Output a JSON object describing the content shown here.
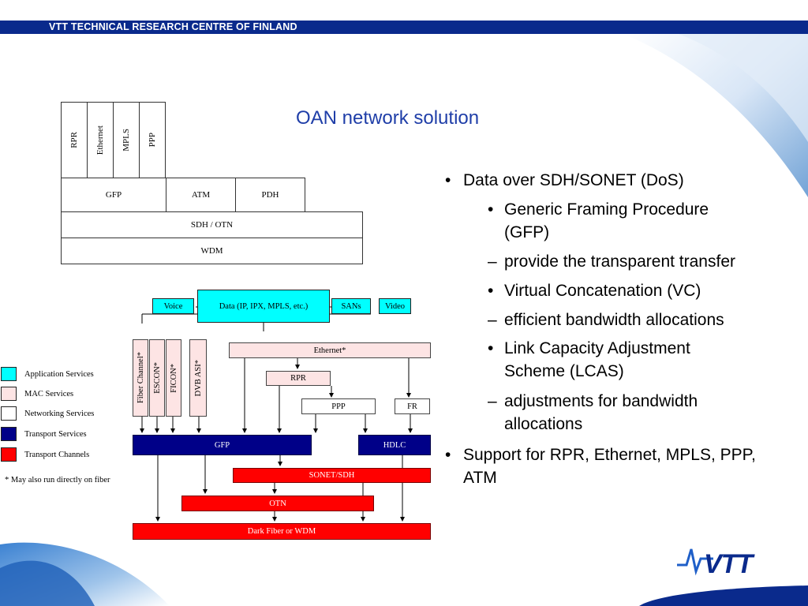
{
  "header": {
    "org_title": "VTT TECHNICAL RESEARCH CENTRE OF FINLAND"
  },
  "slide": {
    "title": "OAN network solution"
  },
  "stack": {
    "top_row": [
      "RPR",
      "Ethernet",
      "MPLS",
      "PPP"
    ],
    "middle_row": [
      "GFP",
      "ATM",
      "PDH"
    ],
    "sdh": "SDH / OTN",
    "wdm": "WDM"
  },
  "flow": {
    "voice": "Voice",
    "data": "Data (IP, IPX, MPLS, etc.)",
    "sans": "SANs",
    "video": "Video",
    "fibre_channel": "Fiber Channel*",
    "escon": "ESCON*",
    "ficon": "FICON*",
    "dvb": "DVB ASI*",
    "ethernet": "Ethernet*",
    "rpr": "RPR",
    "ppp": "PPP",
    "fr": "FR",
    "gfp": "GFP",
    "hdlc": "HDLC",
    "sonet": "SONET/SDH",
    "otn": "OTN",
    "dark_fibre": "Dark Fiber or WDM"
  },
  "legend": {
    "items": [
      {
        "label": "Application Services",
        "color": "#00ffff"
      },
      {
        "label": "MAC Services",
        "color": "#fde4e4"
      },
      {
        "label": "Networking Services",
        "color": "#ffffff"
      },
      {
        "label": "Transport Services",
        "color": "#000088"
      },
      {
        "label": "Transport Channels",
        "color": "#ff0000"
      }
    ],
    "footnote": "* May also run directly on fiber"
  },
  "bullets": [
    {
      "mark": "•",
      "text": "Data over SDH/SONET (DoS)"
    },
    {
      "mark": "•",
      "text": "Generic Framing Procedure (GFP)"
    },
    {
      "mark": "–",
      "text": "provide the transparent transfer"
    },
    {
      "mark": "•",
      "text": "Virtual Concatenation (VC)"
    },
    {
      "mark": "–",
      "text": "efficient bandwidth allocations"
    },
    {
      "mark": "•",
      "text": "Link Capacity Adjustment Scheme (LCAS)"
    },
    {
      "mark": "–",
      "text": "adjustments for bandwidth allocations"
    },
    {
      "mark": "•",
      "text": "Support for RPR, Ethernet, MPLS, PPP, ATM"
    }
  ],
  "logo": {
    "text": "VTT",
    "icon": "vtt-wave-logo-icon"
  },
  "colors": {
    "brand_blue": "#0a2a8c",
    "title_blue": "#1f3ea8"
  }
}
